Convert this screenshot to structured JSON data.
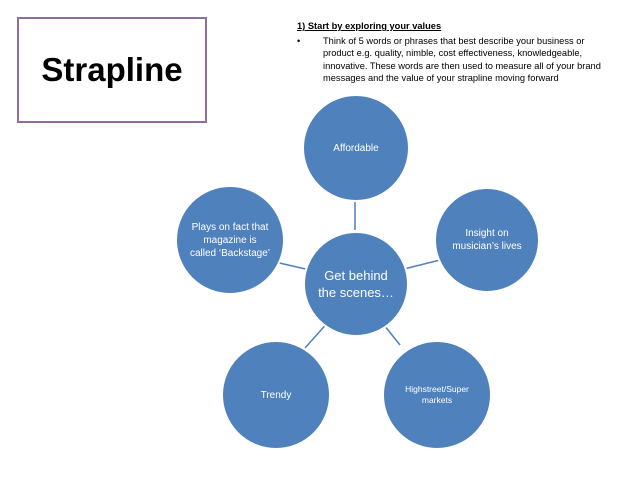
{
  "slide": {
    "title": "Strapline",
    "intro_heading": "1) Start by exploring your values",
    "bullet_marker": "•",
    "bullet_text": "Think of 5 words or phrases that best describe your business or product e.g. quality, nimble, cost effectiveness, knowledgeable, innovative. These words are then used to measure all of your brand messages and the value of your strapline moving forward"
  },
  "diagram": {
    "colors": {
      "fill": "#4f81bd",
      "stroke": "#ffffff",
      "connector": "#4f81bd",
      "text": "#ffffff"
    },
    "center": {
      "label": "Get behind the scenes…"
    },
    "nodes": [
      {
        "id": "affordable",
        "label": "Affordable"
      },
      {
        "id": "insight",
        "label": "Insight on musician’s lives"
      },
      {
        "id": "highstreet",
        "label": "Highstreet/Super markets"
      },
      {
        "id": "trendy",
        "label": "Trendy"
      },
      {
        "id": "backstage",
        "label": "Plays on fact that magazine is called ‘Backstage’"
      }
    ]
  }
}
